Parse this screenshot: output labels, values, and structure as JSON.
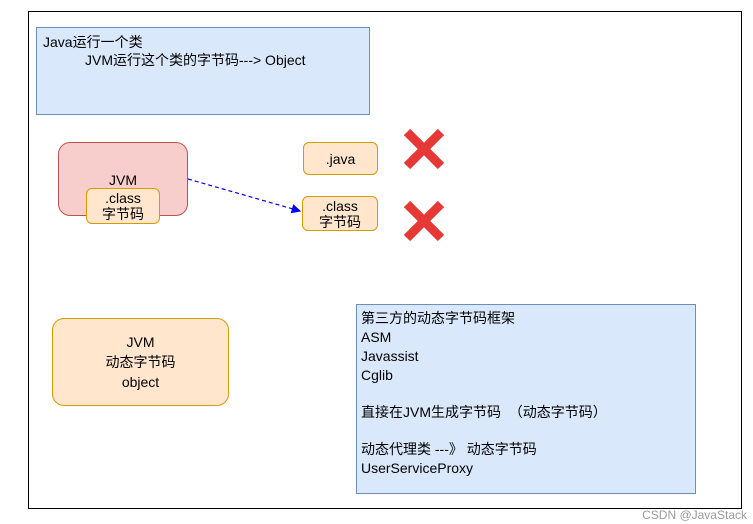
{
  "top_note": {
    "line1": "Java运行一个类",
    "line2": "JVM运行这个类的字节码---> Object"
  },
  "jvm_box": {
    "title": "JVM",
    "inner_line1": ".class",
    "inner_line2": "字节码"
  },
  "java_box": {
    "label": ".java"
  },
  "class_box": {
    "line1": ".class",
    "line2": "字节码"
  },
  "dynamic_box": {
    "line1": "JVM",
    "line2": "动态字节码",
    "line3": "object"
  },
  "frameworks_note": {
    "title": "第三方的动态字节码框架",
    "item1": "ASM",
    "item2": "Javassist",
    "item3": "Cglib",
    "line_direct": "直接在JVM生成字节码  （动态字节码）",
    "line_proxy": "动态代理类 ---》 动态字节码",
    "line_class": "UserServiceProxy"
  },
  "watermark": "CSDN @JavaStack",
  "colors": {
    "cross": "#e53935",
    "arrow": "#0000ff"
  },
  "icons": {
    "wrong": "red-x-icon"
  }
}
